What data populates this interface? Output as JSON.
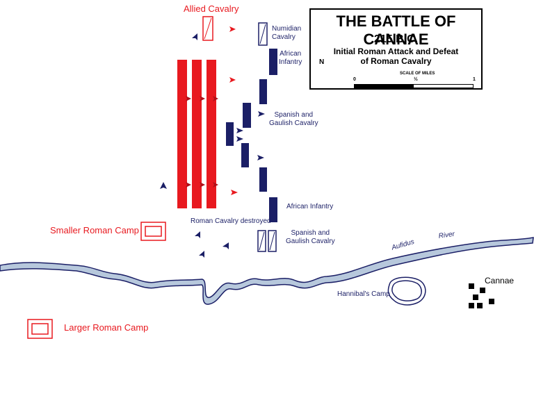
{
  "title": {
    "heading": "THE BATTLE OF CANNAE",
    "year": "215 B.C.",
    "subtitle_line1": "Initial Roman Attack and Defeat",
    "subtitle_line2": "of Roman Cavalry",
    "scale_label": "SCALE OF MILES",
    "scale_ticks": [
      "0",
      "½",
      "1"
    ]
  },
  "north_label": "N",
  "labels": {
    "allied_cavalry": "Allied Cavalry",
    "numidian_cavalry_1": "Numidian",
    "numidian_cavalry_2": "Cavalry",
    "african_infantry_top_1": "African",
    "african_infantry_top_2": "Infantry",
    "spanish_gaulish_top_1": "Spanish and",
    "spanish_gaulish_top_2": "Gaulish Cavalry",
    "african_infantry_bottom": "African Infantry",
    "roman_cavalry_destroyed": "Roman Cavalry destroyed",
    "spanish_gaulish_bottom_1": "Spanish and",
    "spanish_gaulish_bottom_2": "Gaulish Cavalry",
    "smaller_roman_camp": "Smaller Roman Camp",
    "larger_roman_camp": "Larger Roman Camp",
    "river": "Aufidus",
    "river_2": "River",
    "hannibals_camp": "Hannibal's Camp",
    "cannae": "Cannae"
  },
  "colors": {
    "roman": "#e8191f",
    "carthaginian": "#1b1f66",
    "river_fill": "#b7c8dc",
    "river_stroke": "#1b1f66"
  }
}
